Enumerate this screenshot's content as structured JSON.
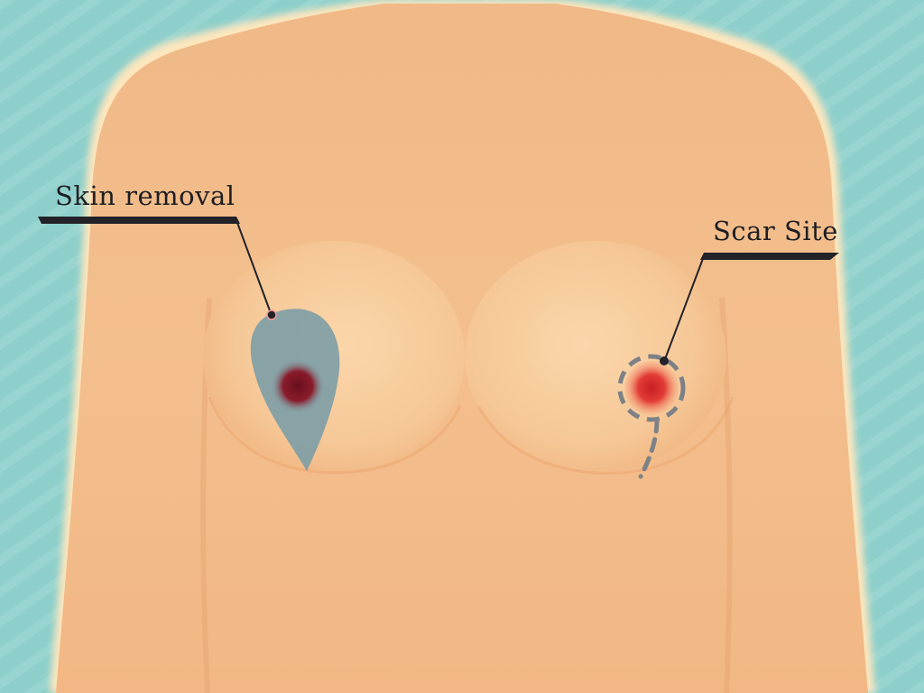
{
  "diagram": {
    "callouts": [
      {
        "id": "skin-removal",
        "label": "Skin removal"
      },
      {
        "id": "scar-site",
        "label": "Scar Site"
      }
    ]
  },
  "colors": {
    "background": "#8ecfcb",
    "background_stripe": "#9cd7d3",
    "skin": "#f2bc8a",
    "skin_light": "#f7cfa3",
    "skin_outline": "#fbe2b6",
    "removal_area": "#7f9ea6",
    "nipple_dark": "#7a1424",
    "scar_red": "#e03a3a",
    "scar_dashes": "#7d8186",
    "leader_line": "#222228",
    "label_text": "#1e1e22"
  },
  "icons": [
    "removal-area-shape",
    "nipple-marker",
    "scar-circle-marker",
    "incision-line"
  ]
}
